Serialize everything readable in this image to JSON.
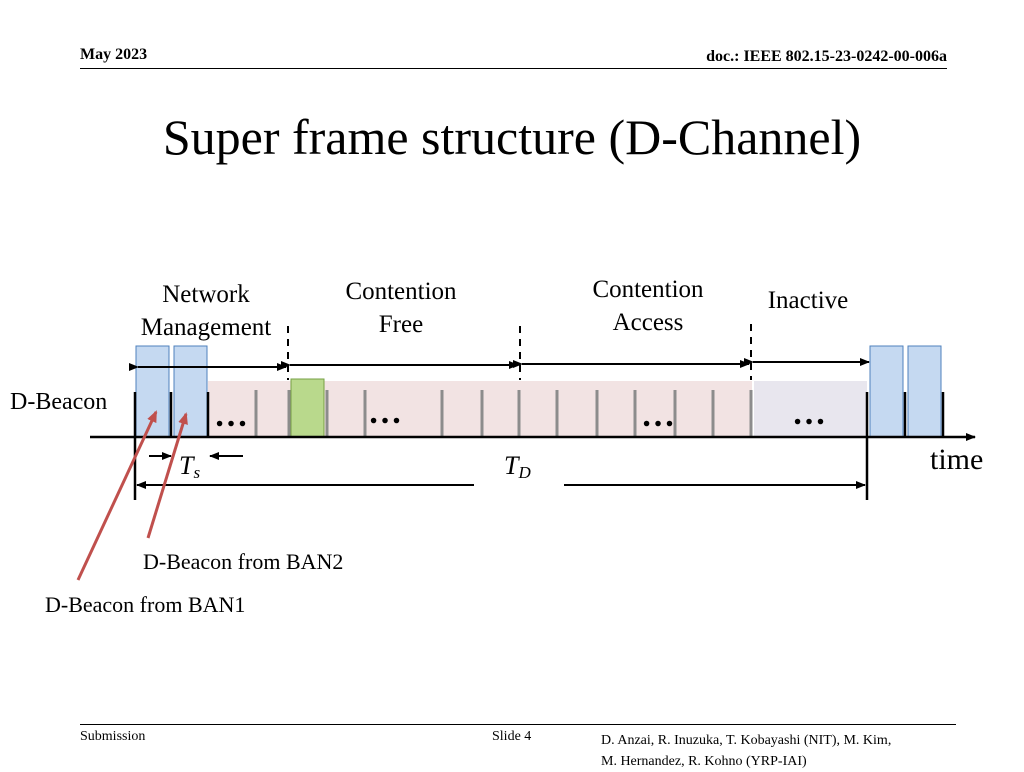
{
  "header": {
    "date": "May 2023",
    "doc": "doc.: IEEE 802.15-23-0242-00-006a"
  },
  "title": "Super frame structure (D-Channel)",
  "diagram": {
    "sections": {
      "network_management": [
        "Network",
        "Management"
      ],
      "contention_free": [
        "Contention",
        "Free"
      ],
      "contention_access": [
        "Contention",
        "Access"
      ],
      "inactive": "Inactive"
    },
    "d_beacon_label": "D-Beacon",
    "time_label": "time",
    "ts_label": {
      "main": "T",
      "sub": "s"
    },
    "td_label": {
      "main": "T",
      "sub": "D"
    },
    "ellipsis": "…",
    "beacon_ban2": "D-Beacon from BAN2",
    "beacon_ban1": "D-Beacon from BAN1",
    "colors": {
      "beacon_fill": "#c5d9f1",
      "beacon_stroke": "#4f81bd",
      "active_fill": "#f2e3e3",
      "inactive_fill": "#e8e6ee",
      "gts_fill": "#b9d98c",
      "gts_stroke": "#76a044",
      "slot_line": "#8c8c8c",
      "pointer": "#c0504d"
    }
  },
  "footer": {
    "left": "Submission",
    "slide": "Slide 4",
    "authors": [
      "D. Anzai, R. Inuzuka, T. Kobayashi (NIT), M. Kim,",
      "M. Hernandez, R. Kohno (YRP-IAI)"
    ]
  }
}
